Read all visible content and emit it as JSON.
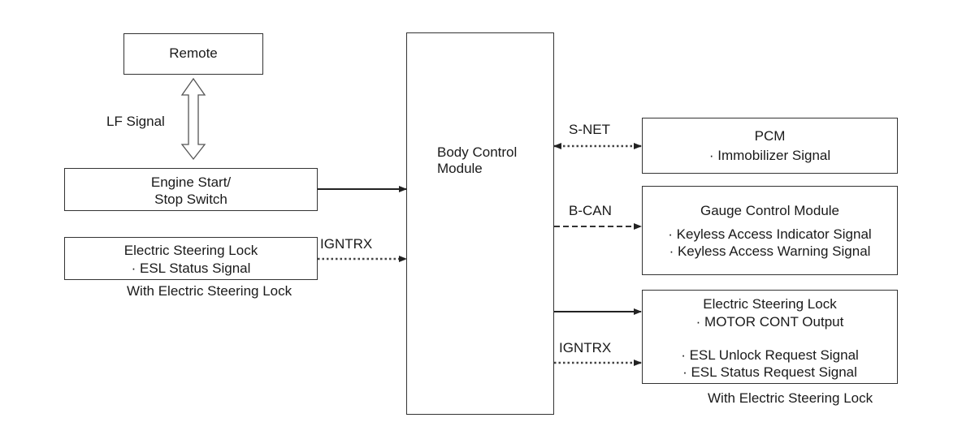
{
  "remote": {
    "label": "Remote"
  },
  "lf_signal": {
    "label": "LF Signal"
  },
  "engine_switch": {
    "line1": "Engine Start/",
    "line2": "Stop Switch"
  },
  "esl_input": {
    "line1": "Electric Steering Lock",
    "line2": "· ESL Status Signal",
    "note": "With Electric Steering Lock",
    "signal_label": "IGNTRX"
  },
  "bcm": {
    "line1": "Body Control",
    "line2": "Module"
  },
  "pcm": {
    "title": "PCM",
    "item1": "· Immobilizer Signal",
    "bus_label": "S-NET"
  },
  "gauge": {
    "title": "Gauge Control Module",
    "item1": "· Keyless Access Indicator Signal",
    "item2": "· Keyless Access Warning Signal",
    "bus_label": "B-CAN"
  },
  "esl_output": {
    "title": "Electric Steering Lock",
    "item1": "· MOTOR CONT Output",
    "item2": "· ESL Unlock Request Signal",
    "item3": "· ESL Status Request Signal",
    "note": "With Electric Steering Lock",
    "signal_label": "IGNTRX"
  }
}
